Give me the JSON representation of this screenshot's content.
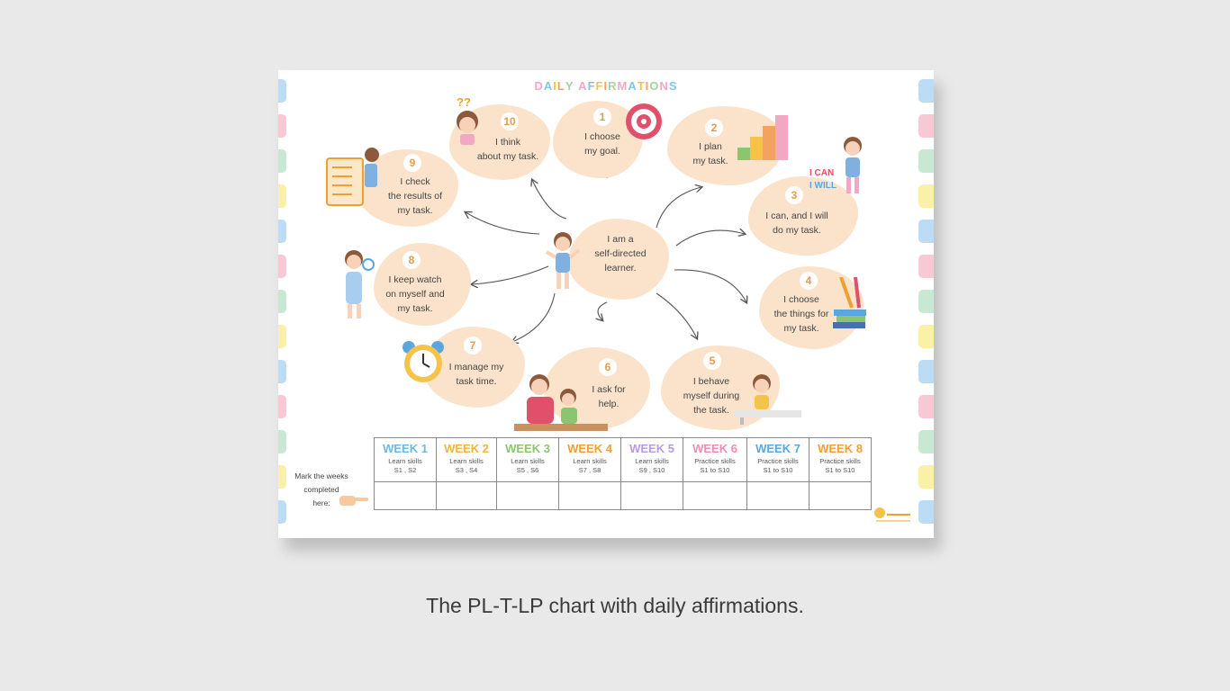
{
  "poster": {
    "title": "DAILY AFFIRMATIONS",
    "title_colors": [
      "#f2a7c3",
      "#7fc7e8",
      "#f6c34a",
      "#f4a261",
      "#a9d39e",
      "#f2a7c3",
      "#7fc7e8",
      "#f6c34a",
      "#f4a261",
      "#a9d39e",
      "#f2a7c3",
      "#7fc7e8",
      "#f6c34a",
      "#f4a261",
      "#a9d39e",
      "#f2a7c3",
      "#7fc7e8",
      "#f6c34a"
    ],
    "center_text": "I am a\nself-directed\nlearner.",
    "affirmations": [
      {
        "num": "1",
        "text": "I choose\nmy goal."
      },
      {
        "num": "2",
        "text": "I plan\nmy task."
      },
      {
        "num": "3",
        "text": "I can, and I will\ndo my task."
      },
      {
        "num": "4",
        "text": "I choose\nthe things for\nmy task."
      },
      {
        "num": "5",
        "text": "I behave\nmyself during\nthe task."
      },
      {
        "num": "6",
        "text": "I ask for\nhelp."
      },
      {
        "num": "7",
        "text": "I manage my\ntask time."
      },
      {
        "num": "8",
        "text": "I keep watch\non myself and\nmy task."
      },
      {
        "num": "9",
        "text": "I check\nthe results of\nmy task."
      },
      {
        "num": "10",
        "text": "I think\nabout my task."
      }
    ],
    "deco_text": {
      "question": "??",
      "can": "I CAN",
      "will": "I WILL"
    },
    "mark_label": "Mark the weeks\ncompleted\nhere:",
    "weeks": [
      {
        "label": "WEEK 1",
        "color": "#6bb8e0",
        "desc": "Learn skills\nS1 , S2"
      },
      {
        "label": "WEEK 2",
        "color": "#f2b53a",
        "desc": "Learn skills\nS3 , S4"
      },
      {
        "label": "WEEK 3",
        "color": "#8cc56f",
        "desc": "Learn skills\nS5 , S6"
      },
      {
        "label": "WEEK 4",
        "color": "#f0a030",
        "desc": "Learn skills\nS7 , S8"
      },
      {
        "label": "WEEK 5",
        "color": "#b99be0",
        "desc": "Learn skills\nS9 , S10"
      },
      {
        "label": "WEEK 6",
        "color": "#f28bb0",
        "desc": "Practice skills\nS1 to S10"
      },
      {
        "label": "WEEK 7",
        "color": "#5aa7dc",
        "desc": "Practice skills\nS1 to S10"
      },
      {
        "label": "WEEK 8",
        "color": "#f0a030",
        "desc": "Practice skills\nS1 to S10"
      }
    ],
    "tab_colors": [
      "#bcdcf5",
      "#f8c8d4",
      "#c8e8d4",
      "#faf0a8"
    ]
  },
  "caption": "The PL-T-LP chart with daily affirmations."
}
